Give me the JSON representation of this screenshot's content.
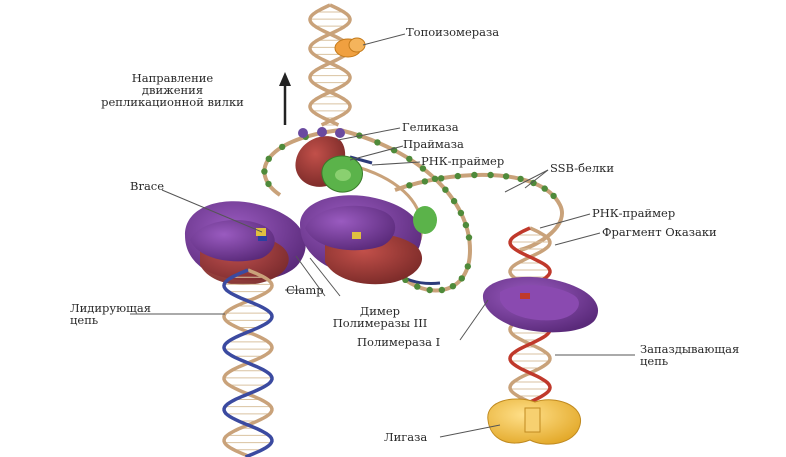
{
  "labels": {
    "topoisomerase": "Топоизомераза",
    "direction_line1": "Направление",
    "direction_line2": "движения",
    "direction_line3": "репликационной вилки",
    "helicase": "Геликаза",
    "primase": "Праймаза",
    "rna_primer_top": "РНК-праймер",
    "ssb": "SSB-белки",
    "brace": "Brace",
    "rna_primer_right": "РНК-праймер",
    "okazaki": "Фрагмент Оказаки",
    "leading_line1": "Лидирующая",
    "leading_line2": "цепь",
    "clamp": "Clamp",
    "dimer_line1": "Димер",
    "dimer_line2": "Полимеразы III",
    "pol1": "Полимераза I",
    "lagging_line1": "Запаздывающая",
    "lagging_line2": "цепь",
    "ligase": "Лигаза"
  },
  "colors": {
    "backbone": "#c9a27a",
    "leading_strand": "#3b4aa0",
    "lagging_strand": "#c0392b",
    "topoisomerase": "#f0a040",
    "helicase": "#b3313a",
    "primase": "#5bb34a",
    "polymerase": "#7a3a9a",
    "clamp": "#a8403a",
    "ligase": "#f2c94c",
    "ssb": "#4f8a3a",
    "label_line": "#555555"
  }
}
